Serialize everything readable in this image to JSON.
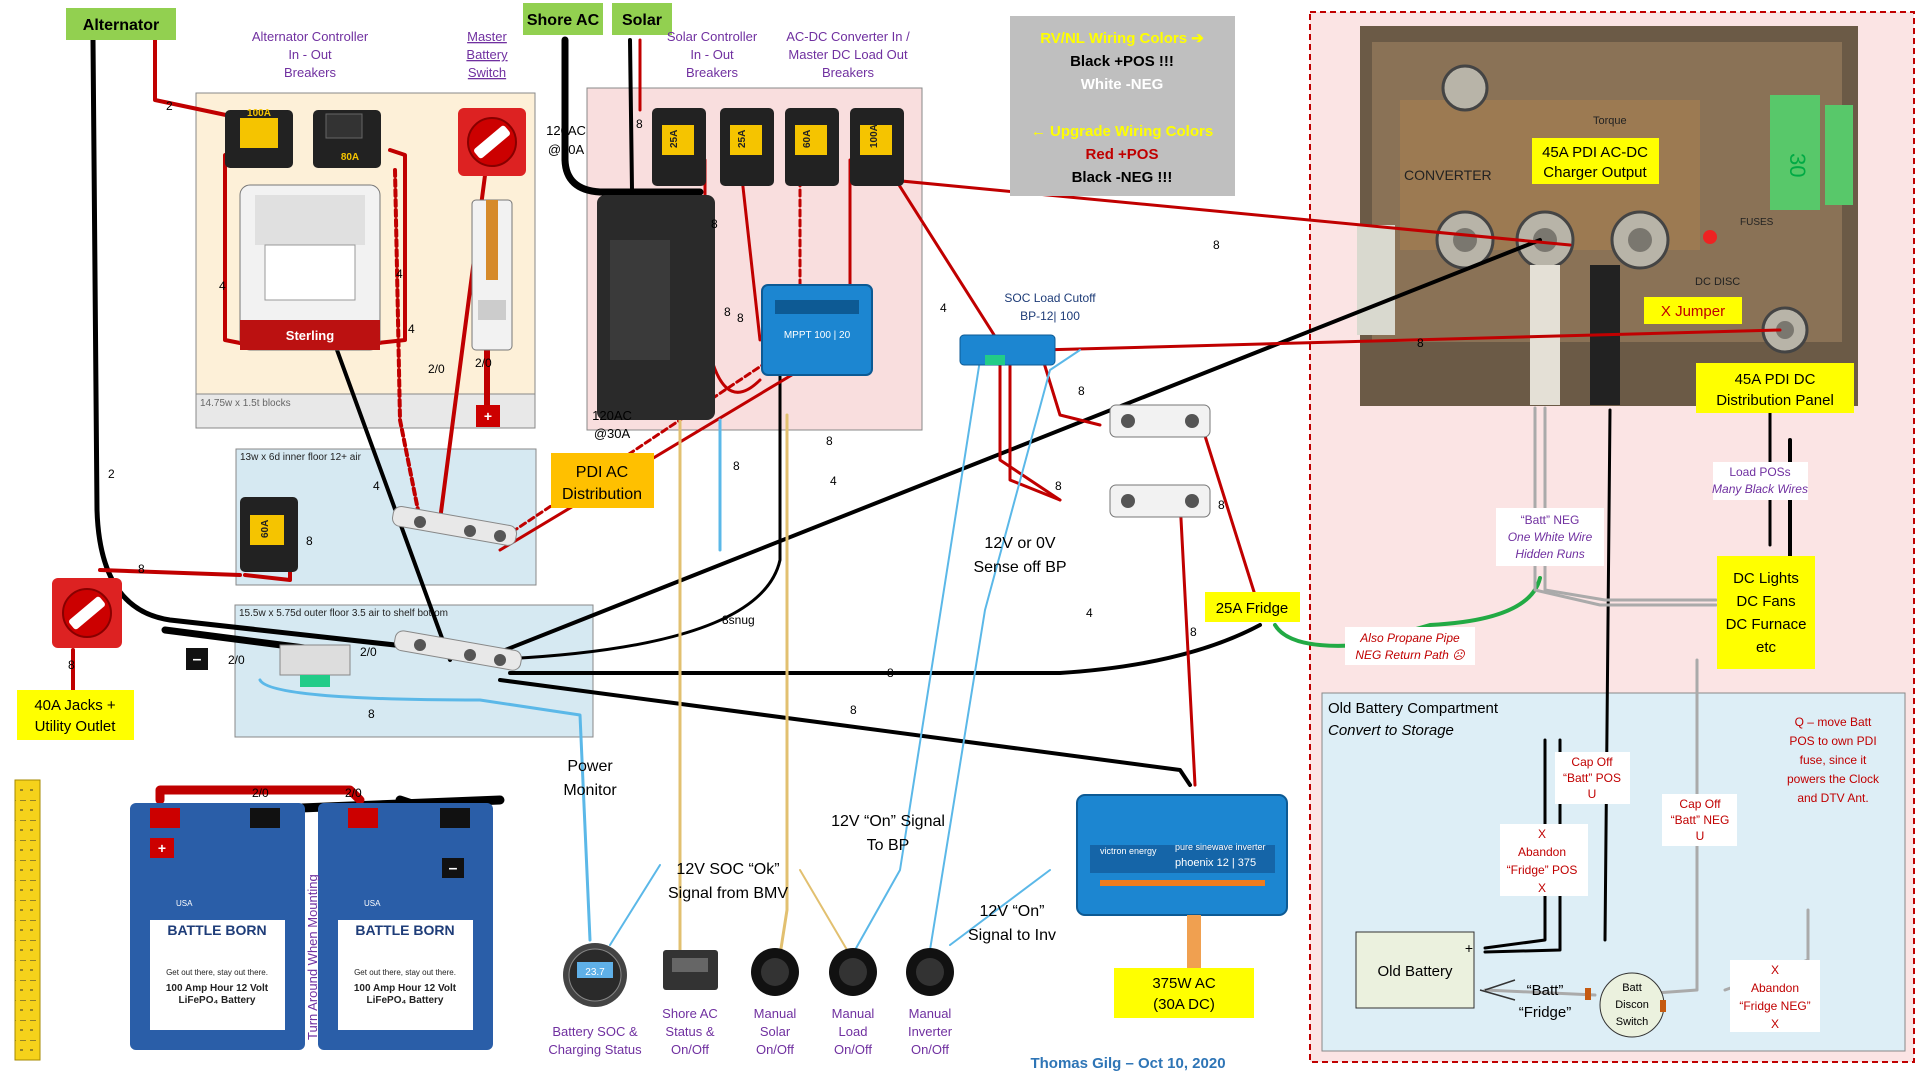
{
  "labels": {
    "alternator": "Alternator",
    "shore_ac": "Shore AC",
    "solar": "Solar",
    "alt_ctrl_1": "Alternator Controller",
    "alt_ctrl_2": "In - Out",
    "alt_ctrl_3": "Breakers",
    "master_1": "Master",
    "master_2": "Battery",
    "master_3": "Switch",
    "solar_ctrl_1": "Solar Controller",
    "solar_ctrl_2": "In - Out",
    "solar_ctrl_3": "Breakers",
    "acdc_1": "AC-DC Converter In /",
    "acdc_2": "Master DC Load Out",
    "acdc_3": "Breakers",
    "rv_colors_title": "RV/NL Wiring Colors ➔",
    "rv_black": "Black  +POS !!!",
    "rv_white": "White  -NEG",
    "up_colors_title": "← Upgrade Wiring Colors",
    "up_red": "Red  +POS",
    "up_black": "Black  -NEG !!!",
    "ac_in_top_1": "120AC",
    "ac_in_top_2": "@30A",
    "ac_in_bot_1": "120AC",
    "ac_in_bot_2": "@30A",
    "pdi_ac_1": "PDI AC",
    "pdi_ac_2": "Distribution",
    "block1": "14.75w x 1.5t blocks",
    "block2": "13w x 6d inner floor  12+ air",
    "block3": "15.5w x 5.75d outer floor  3.5 air to shelf bottom",
    "soc_cut_1": "SOC Load Cutoff",
    "soc_cut_2": "BP-12| 100",
    "pdi_charger_1": "45A PDI AC-DC",
    "pdi_charger_2": "Charger Output",
    "x_jumper": "X Jumper",
    "pdi_dist_1": "45A PDI DC",
    "pdi_dist_2": "Distribution Panel",
    "load_poss_1": "Load POSs",
    "load_poss_2": "Many Black Wires",
    "batt_neg_1": "“Batt” NEG",
    "batt_neg_2": "One White Wire",
    "batt_neg_3": "Hidden Runs",
    "dc_lights_1": "DC Lights",
    "dc_lights_2": "DC Fans",
    "dc_lights_3": "DC Furnace",
    "dc_lights_4": "etc",
    "fridge25": "25A Fridge",
    "propane_1": "Also Propane Pipe",
    "propane_2": "NEG Return Path ☹",
    "sense_1": "12V or 0V",
    "sense_2": "Sense off BP",
    "jacks_1": "40A Jacks +",
    "jacks_2": "Utility Outlet",
    "power_mon_1": "Power",
    "power_mon_2": "Monitor",
    "soc_ok_1": "12V SOC “Ok”",
    "soc_ok_2": "Signal from BMV",
    "on_bp_1": "12V “On” Signal",
    "on_bp_2": "To BP",
    "on_inv_1": "12V “On”",
    "on_inv_2": "Signal to Inv",
    "inv_out_1": "375W AC",
    "inv_out_2": "(30A DC)",
    "old_batt_title": "Old Battery Compartment",
    "old_batt_sub": "Convert to Storage",
    "cap_off_pos_1": "Cap Off",
    "cap_off_pos_2": "“Batt” POS",
    "cap_off_pos_3": "U",
    "cap_off_neg_1": "Cap Off",
    "cap_off_neg_2": "“Batt” NEG",
    "cap_off_neg_3": "U",
    "abandon_pos_x1": "X",
    "abandon_pos_1": "Abandon",
    "abandon_pos_2": "“Fridge” POS",
    "abandon_pos_x2": "X",
    "abandon_neg_x1": "X",
    "abandon_neg_1": "Abandon",
    "abandon_neg_2": "“Fridge NEG”",
    "abandon_neg_x2": "X",
    "q_note_1": "Q – move Batt",
    "q_note_2": "POS to own PDI",
    "q_note_3": "fuse, since it",
    "q_note_4": "powers the Clock",
    "q_note_5": "and DTV Ant.",
    "old_battery": "Old Battery",
    "plus": "+",
    "batt_q": "“Batt”",
    "fridge_q": "“Fridge”",
    "discon_1": "Batt",
    "discon_2": "Discon",
    "discon_3": "Switch",
    "sw_soc_1": "Battery SOC &",
    "sw_soc_2": "Charging Status",
    "sw_shore_1": "Shore AC",
    "sw_shore_2": "Status &",
    "sw_shore_3": "On/Off",
    "sw_solar_1": "Manual",
    "sw_solar_2": "Solar",
    "sw_solar_3": "On/Off",
    "sw_load_1": "Manual",
    "sw_load_2": "Load",
    "sw_load_3": "On/Off",
    "sw_inv_1": "Manual",
    "sw_inv_2": "Inverter",
    "sw_inv_3": "On/Off",
    "turn_around": "Turn Around When Mounting",
    "author": "Thomas Gilg – Oct 10, 2020",
    "bmv_screen": "23.7",
    "bb_brand": "BATTLE BORN",
    "bb_usa": "USA",
    "bb_slogan": "Get out there, stay out there.",
    "bb_model_1": "100 Amp Hour 12 Volt",
    "bb_model_2": "LiFePO₄ Battery",
    "sterling": "Sterling",
    "inverter_brand": "victron energy",
    "inverter_model_1": "pure sinewave inverter",
    "inverter_model_2": "phoenix 12 | 375",
    "mppt_label": "MPPT 100 | 20",
    "photo_converter": "CONVERTER",
    "photo_torque": "Torque",
    "photo_fuses": "FUSES",
    "photo_dcdisc": "DC DISC",
    "photo_30": "30",
    "pos_sym": "+",
    "neg_sym": "–"
  },
  "breakers": [
    "100A",
    "80A",
    "25A",
    "25A",
    "60A",
    "100A",
    "60A"
  ],
  "wire_numbers": {
    "w2a": "2",
    "w2b": "2",
    "w4a": "4",
    "w4b": "4",
    "w4c": "4",
    "w4d": "4",
    "w4e": "4",
    "w4f": "4",
    "w20a": "2/0",
    "w20b": "2/0",
    "w20c": "2/0",
    "w20d": "2/0",
    "w20e": "2/0",
    "w20f": "2/0",
    "w8a": "8",
    "w8b": "8",
    "w8c": "8",
    "w8d": "8",
    "w8e": "8",
    "w8f": "8",
    "w8g": "8",
    "w8h": "8",
    "w8i": "8",
    "w8j": "8",
    "w8k": "8",
    "w8l": "8",
    "w8m": "8",
    "w8n": "8",
    "w8o": "8",
    "w8p": "8",
    "w8snug": "8snug"
  },
  "colors": {
    "green_label": "#92d050",
    "yellow_label": "#ffff00",
    "orange_label": "#ffc000",
    "pos_wire": "#c00000",
    "neg_wire": "#000000",
    "signal_wire": "#5bb8e8",
    "purple_text": "#7030a0",
    "red_text": "#c00000",
    "legend_gray": "#bfbfbf",
    "old_batt_bg": "#ddeef6"
  }
}
